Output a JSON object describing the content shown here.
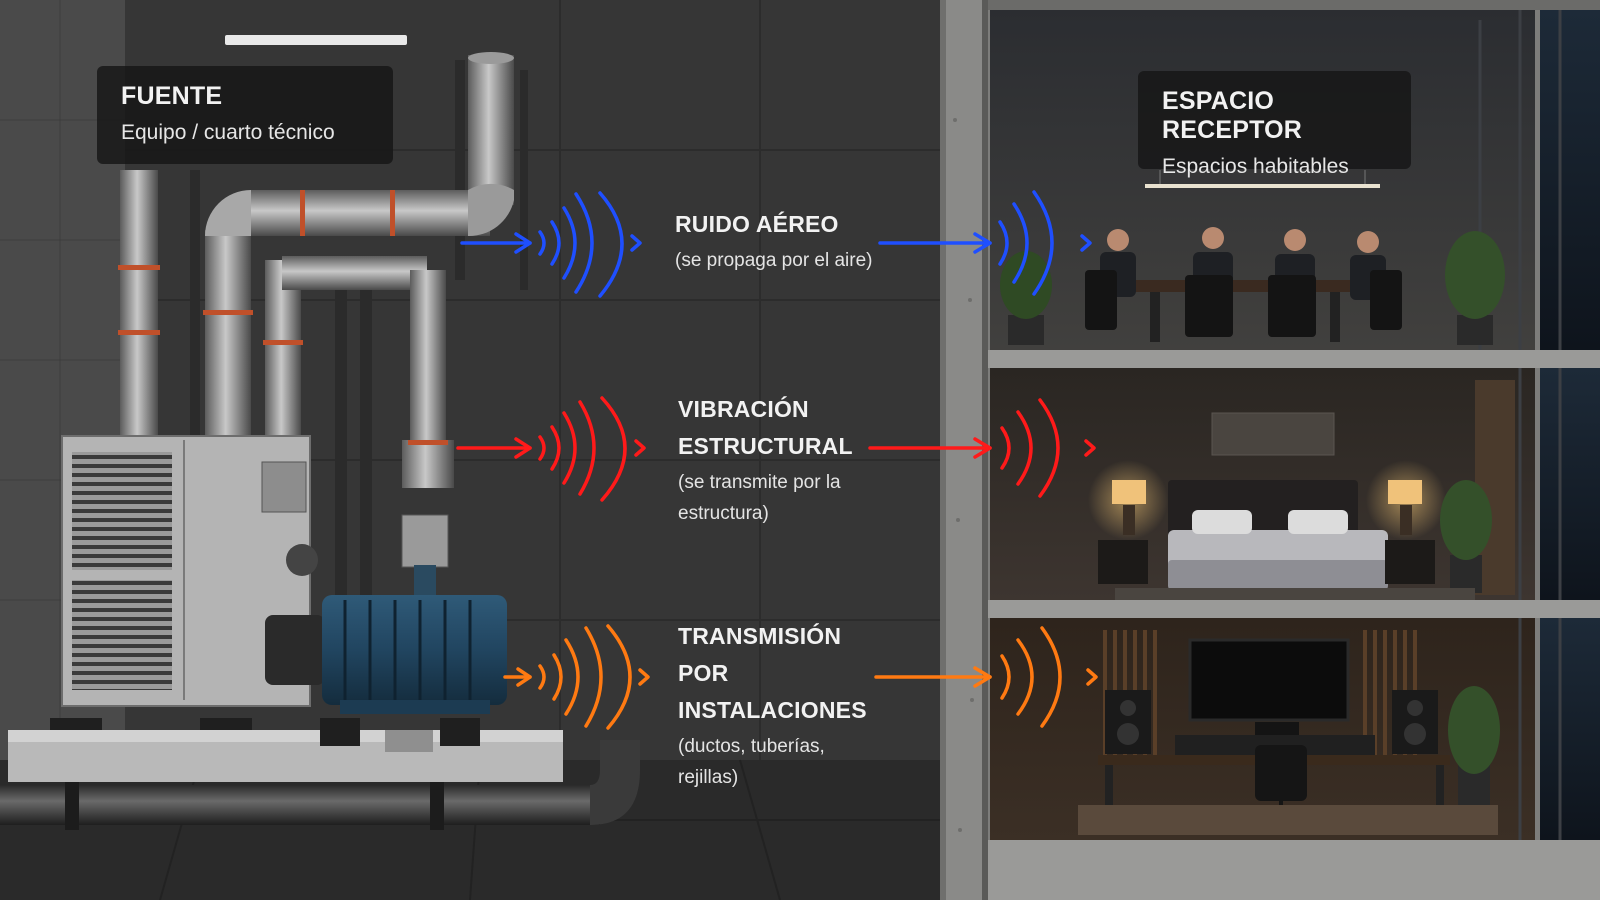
{
  "source": {
    "title": "FUENTE",
    "subtitle": "Equipo / cuarto técnico"
  },
  "receiver": {
    "title": "ESPACIO RECEPTOR",
    "subtitle": "Espacios habitables"
  },
  "paths": [
    {
      "title": "RUIDO AÉREO",
      "desc": "(se propaga por el aire)",
      "color": "#1f4fff"
    },
    {
      "title": "VIBRACIÓN ESTRUCTURAL",
      "desc": "(se transmite por la estructura)",
      "color": "#ff1a1a"
    },
    {
      "title": "TRANSMISIÓN POR INSTALACIONES",
      "desc": "(ductos, tuberías, rejillas)",
      "color": "#ff7a12"
    }
  ],
  "rooms": [
    "meeting-room",
    "bedroom",
    "media-room"
  ]
}
